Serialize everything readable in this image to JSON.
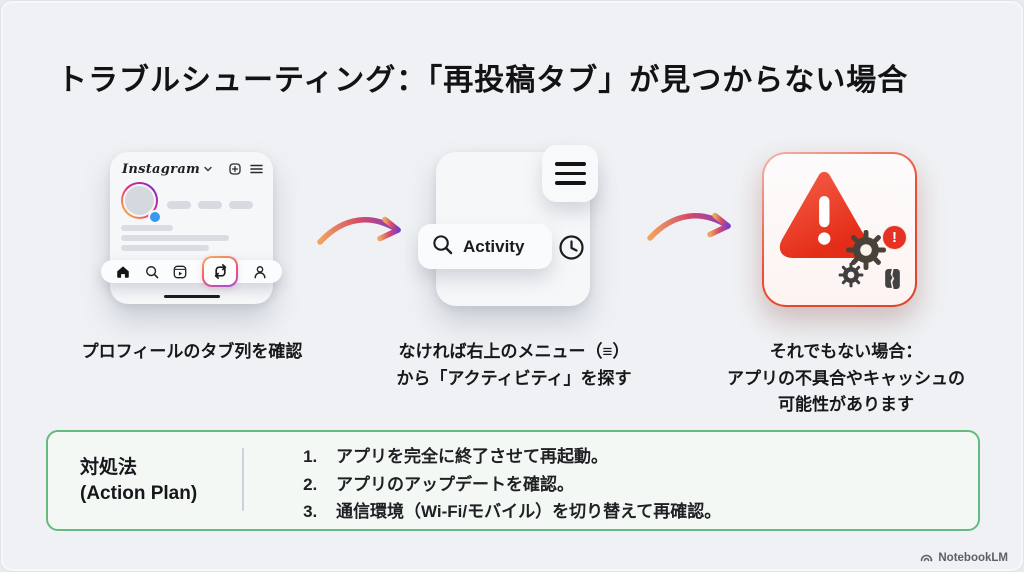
{
  "slide": {
    "title": "トラブルシューティング：「再投稿タブ」が見つからない場合",
    "background": "#eff1f4"
  },
  "steps": {
    "one": {
      "caption": "プロフィールのタブ列を確認",
      "mock_app_title": "Instagram"
    },
    "two": {
      "caption_line1": "なければ右上のメニュー（≡）",
      "caption_line2": "から「アクティビティ」を探す",
      "mock_search_label": "Activity"
    },
    "three": {
      "caption_line1": "それでもない場合：",
      "caption_line2": "アプリの不具合やキャッシュの",
      "caption_line3": "可能性があります",
      "badge_mark": "!"
    }
  },
  "action_plan": {
    "title_ja": "対処法",
    "title_en": "(Action Plan)",
    "items": [
      "アプリを完全に終了させて再起動。",
      "アプリのアップデートを確認。",
      "通信環境（Wi-Fi/モバイル）を切り替えて再確認。"
    ]
  },
  "footer": {
    "brand": "NotebookLM"
  },
  "colors": {
    "accent_green": "#66b97f",
    "alert_red": "#e6341f",
    "arrow_gradient_start": "#f0a35f",
    "arrow_gradient_mid": "#d44b68",
    "arrow_gradient_end": "#7e3dc8"
  }
}
